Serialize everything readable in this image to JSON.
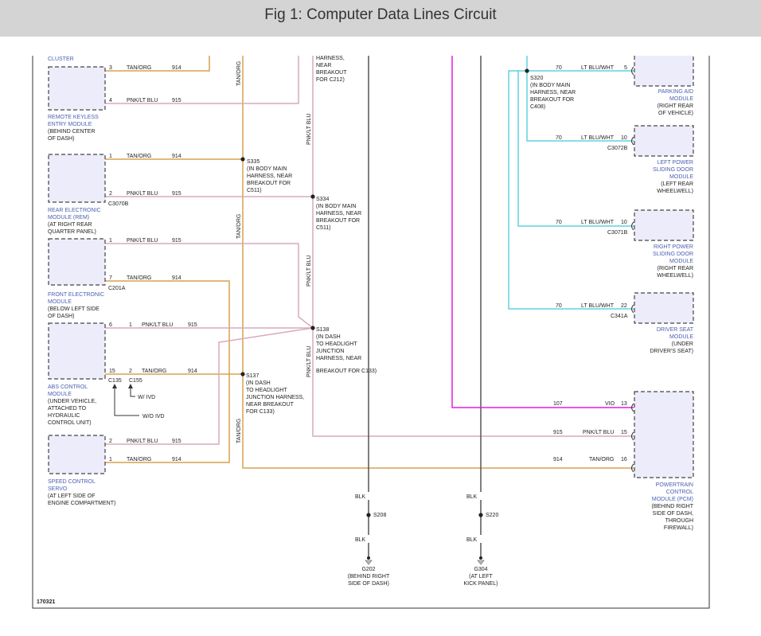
{
  "header": {
    "title": "Fig 1: Computer Data Lines Circuit"
  },
  "colors": {
    "tan_org": "#d7a24e",
    "pnk_lt_blu": "#d7aabd",
    "lt_blu_wht": "#5ed4e0",
    "vio": "#e21ee2",
    "blk": "#555555",
    "module_fill": "#ececfb"
  },
  "modules": {
    "cluster": {
      "name": "CLUSTER"
    },
    "rke": {
      "name1": "REMOTE KEYLESS",
      "name2": "ENTRY MODULE",
      "loc1": "(BEHIND CENTER",
      "loc2": "OF DASH)"
    },
    "rem": {
      "name1": "REAR ELECTRONIC",
      "name2": "MODULE (REM)",
      "loc1": "(AT RIGHT REAR",
      "loc2": "QUARTER PANEL)",
      "connector": "C3070B"
    },
    "fem": {
      "name1": "FRONT ELECTRONIC",
      "name2": "MODULE",
      "loc1": "(BELOW LEFT SIDE",
      "loc2": "OF DASH)",
      "connector": "C201A"
    },
    "abs": {
      "name1": "ABS CONTROL",
      "name2": "MODULE",
      "loc1": "(UNDER VEHICLE,",
      "loc2": "ATTACHED TO",
      "loc3": "HYDRAULIC",
      "loc4": "CONTROL UNIT)",
      "connector1": "C135",
      "connector2": "C155",
      "with_ivd": "W/ IVD",
      "without_ivd": "W/O IVD"
    },
    "scs": {
      "name1": "SPEED CONTROL",
      "name2": "SERVO",
      "loc1": "(AT LEFT SIDE OF",
      "loc2": "ENGINE COMPARTMENT)"
    },
    "parking": {
      "name1": "PARKING AID",
      "name2": "MODULE",
      "loc1": "(RIGHT REAR",
      "loc2": "OF VEHICLE)"
    },
    "lpsd": {
      "name1": "LEFT POWER",
      "name2": "SLIDING DOOR",
      "name3": "MODULE",
      "loc1": "(LEFT REAR",
      "loc2": "WHEELWELL)",
      "connector": "C3072B"
    },
    "rpsd": {
      "name1": "RIGHT POWER",
      "name2": "SLIDING DOOR",
      "name3": "MODULE",
      "loc1": "(RIGHT REAR",
      "loc2": "WHEELWELL)",
      "connector": "C3071B"
    },
    "dsm": {
      "name1": "DRIVER SEAT",
      "name2": "MODULE",
      "loc1": "(UNDER",
      "loc2": "DRIVER'S SEAT)",
      "connector": "C341A"
    },
    "pcm": {
      "name1": "POWERTRAIN",
      "name2": "CONTROL",
      "name3": "MODULE (PCM)",
      "loc1": "(BEHIND RIGHT",
      "loc2": "SIDE OF DASH,",
      "loc3": "THROUGH",
      "loc4": "FIREWALL)"
    }
  },
  "wires": {
    "tan_org": "TAN/ORG",
    "pnk_lt_blu": "PNK/LT BLU",
    "lt_blu_wht": "LT BLU/WHT",
    "vio": "VIO",
    "blk": "BLK",
    "c914": "914",
    "c915": "915",
    "c70": "70",
    "c107": "107"
  },
  "pins": {
    "p1": "1",
    "p2": "2",
    "p3": "3",
    "p4": "4",
    "p5": "5",
    "p6": "6",
    "p7": "7",
    "p10": "10",
    "p13": "13",
    "p15": "15",
    "p16": "16",
    "p22": "22"
  },
  "splices": {
    "s335": {
      "id": "S335",
      "l1": "(IN BODY MAIN",
      "l2": "HARNESS, NEAR",
      "l3": "BREAKOUT FOR",
      "l4": "C511)"
    },
    "s334": {
      "id": "S334",
      "l1": "(IN BODY MAIN",
      "l2": "HARNESS, NEAR",
      "l3": "BREAKOUT FOR",
      "l4": "C511)"
    },
    "s138": {
      "id": "S138",
      "l1": "(IN DASH",
      "l2": "TO HEADLIGHT",
      "l3": "JUNCTION",
      "l4": "HARNESS, NEAR",
      "l5": "BREAKOUT FOR C133)"
    },
    "s137": {
      "id": "S137",
      "l1": "(IN DASH",
      "l2": "TO HEADLIGHT",
      "l3": "JUNCTION HARNESS,",
      "l4": "NEAR BREAKOUT",
      "l5": "FOR C133)"
    },
    "s320": {
      "id": "S320",
      "l1": "(IN BODY MAIN",
      "l2": "HARNESS, NEAR",
      "l3": "BREAKOUT FOR",
      "l4": "C408)"
    },
    "top": {
      "l1": "HARNESS,",
      "l2": "NEAR",
      "l3": "BREAKOUT",
      "l4": "FOR C212)"
    },
    "s208": {
      "id": "S208"
    },
    "s220": {
      "id": "S220"
    }
  },
  "grounds": {
    "g202": {
      "id": "G202",
      "l1": "(BEHIND RIGHT",
      "l2": "SIDE OF DASH)"
    },
    "g304": {
      "id": "G304",
      "l1": "(AT LEFT",
      "l2": "KICK PANEL)"
    }
  },
  "figure_id": "170321"
}
